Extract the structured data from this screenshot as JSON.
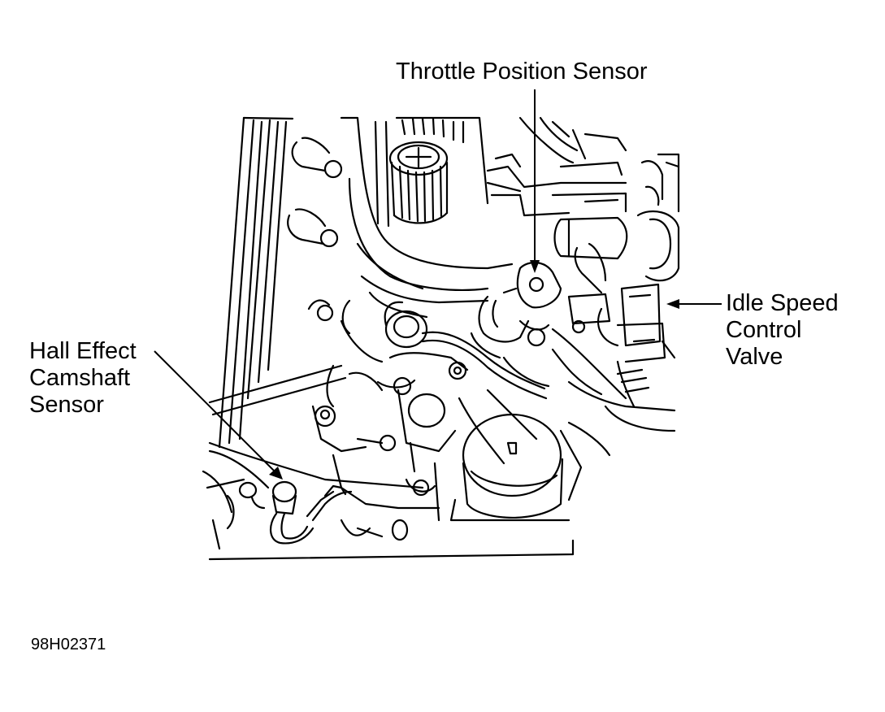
{
  "callouts": {
    "throttle_position_sensor": "Throttle Position Sensor",
    "idle_speed_control_valve": [
      "Idle Speed",
      "Control",
      "Valve"
    ],
    "hall_effect_camshaft_sensor": [
      "Hall Effect",
      "Camshaft",
      "Sensor"
    ]
  },
  "figure_id": "98H02371"
}
